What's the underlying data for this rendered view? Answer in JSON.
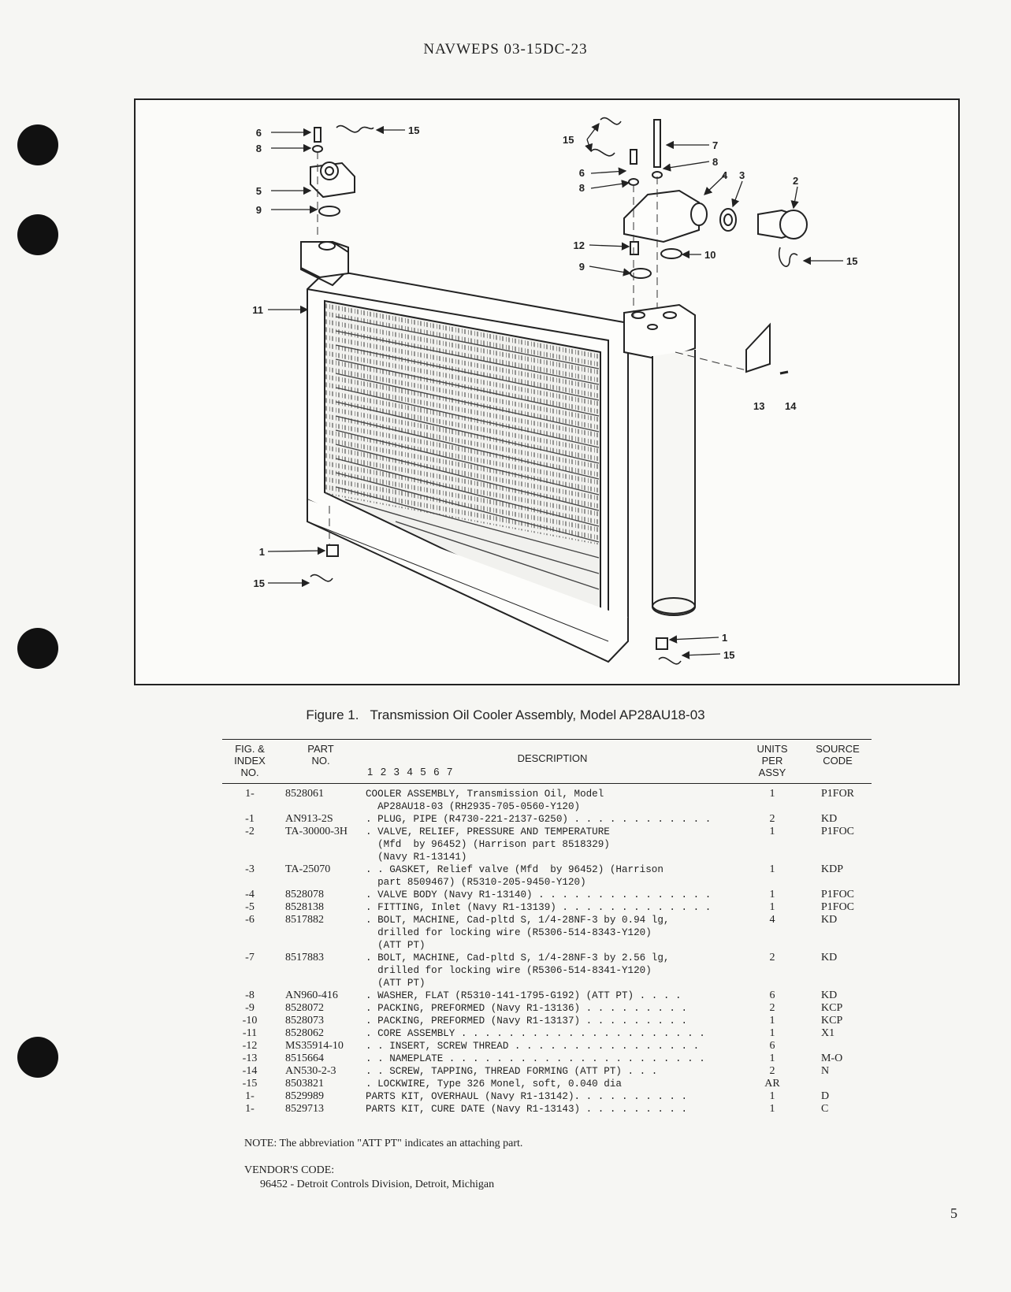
{
  "header": {
    "doc_number": "NAVWEPS 03-15DC-23"
  },
  "figure": {
    "callouts": {
      "c1a": "1",
      "c1b": "1",
      "c2": "2",
      "c3": "3",
      "c4": "4",
      "c5": "5",
      "c6a": "6",
      "c6b": "6",
      "c7": "7",
      "c8a": "8",
      "c8b": "8",
      "c8c": "8",
      "c9a": "9",
      "c9b": "9",
      "c10": "10",
      "c11": "11",
      "c12": "12",
      "c13": "13",
      "c14": "14",
      "c15a": "15",
      "c15b": "15",
      "c15c": "15",
      "c15d": "15",
      "c15e": "15"
    },
    "caption_number": "Figure 1.",
    "caption_title": "Transmission Oil Cooler Assembly, Model AP28AU18-03"
  },
  "table": {
    "headers": {
      "fig_index": "FIG. &\nINDEX\nNO.",
      "part_no": "PART\nNO.",
      "description": "DESCRIPTION",
      "indent_levels": "1 2 3 4 5 6 7",
      "units": "UNITS\nPER\nASSY",
      "source": "SOURCE\nCODE"
    },
    "rows": [
      {
        "index": "1-",
        "part": "8528061",
        "desc": "COOLER ASSEMBLY, Transmission Oil, Model\n  AP28AU18-03 (RH2935-705-0560-Y120)",
        "units": "1",
        "code": "P1FOR"
      },
      {
        "index": "-1",
        "part": "AN913-2S",
        "desc": ". PLUG, PIPE (R4730-221-2137-G250) . . . . . . . . . . . .",
        "units": "2",
        "code": "KD"
      },
      {
        "index": "-2",
        "part": "TA-30000-3H",
        "desc": ". VALVE, RELIEF, PRESSURE AND TEMPERATURE\n  (Mfd  by 96452) (Harrison part 8518329)\n  (Navy R1-13141)",
        "units": "1",
        "code": "P1FOC"
      },
      {
        "index": "-3",
        "part": "TA-25070",
        "desc": ". . GASKET, Relief valve (Mfd  by 96452) (Harrison\n  part 8509467) (R5310-205-9450-Y120)",
        "units": "1",
        "code": "KDP"
      },
      {
        "index": "-4",
        "part": "8528078",
        "desc": ". VALVE BODY (Navy R1-13140) . . . . . . . . . . . . . . .",
        "units": "1",
        "code": "P1FOC"
      },
      {
        "index": "-5",
        "part": "8528138",
        "desc": ". FITTING, Inlet (Navy R1-13139) . . . . . . . . . . . . .",
        "units": "1",
        "code": "P1FOC"
      },
      {
        "index": "-6",
        "part": "8517882",
        "desc": ". BOLT, MACHINE, Cad-pltd S, 1/4-28NF-3 by 0.94 lg,\n  drilled for locking wire (R5306-514-8343-Y120)\n  (ATT PT)",
        "units": "4",
        "code": "KD"
      },
      {
        "index": "-7",
        "part": "8517883",
        "desc": ". BOLT, MACHINE, Cad-pltd S, 1/4-28NF-3 by 2.56 lg,\n  drilled for locking wire (R5306-514-8341-Y120)\n  (ATT PT)",
        "units": "2",
        "code": "KD"
      },
      {
        "index": "-8",
        "part": "AN960-416",
        "desc": ". WASHER, FLAT (R5310-141-1795-G192) (ATT PT) . . . .",
        "units": "6",
        "code": "KD"
      },
      {
        "index": "-9",
        "part": "8528072",
        "desc": ". PACKING, PREFORMED (Navy R1-13136) . . . . . . . . .",
        "units": "2",
        "code": "KCP"
      },
      {
        "index": "-10",
        "part": "8528073",
        "desc": ". PACKING, PREFORMED (Navy R1-13137) . . . . . . . . .",
        "units": "1",
        "code": "KCP"
      },
      {
        "index": "-11",
        "part": "8528062",
        "desc": ". CORE ASSEMBLY . . . . . . . . . . . . . . . . . . . . .",
        "units": "1",
        "code": "X1"
      },
      {
        "index": "-12",
        "part": "MS35914-10",
        "desc": ". . INSERT, SCREW THREAD . . . . . . . . . . . . . . . .",
        "units": "6",
        "code": ""
      },
      {
        "index": "-13",
        "part": "8515664",
        "desc": ". . NAMEPLATE . . . . . . . . . . . . . . . . . . . . . .",
        "units": "1",
        "code": "M-O"
      },
      {
        "index": "-14",
        "part": "AN530-2-3",
        "desc": ". . SCREW, TAPPING, THREAD FORMING (ATT PT) . . .",
        "units": "2",
        "code": "N"
      },
      {
        "index": "-15",
        "part": "8503821",
        "desc": ". LOCKWIRE, Type 326 Monel, soft, 0.040 dia",
        "units": "AR",
        "code": ""
      },
      {
        "index": "1-",
        "part": "8529989",
        "desc": "PARTS KIT, OVERHAUL (Navy R1-13142). . . . . . . . . .",
        "units": "1",
        "code": "D"
      },
      {
        "index": "1-",
        "part": "8529713",
        "desc": "PARTS KIT, CURE DATE (Navy R1-13143) . . . . . . . . .",
        "units": "1",
        "code": "C"
      }
    ]
  },
  "note": "NOTE:  The abbreviation \"ATT PT\" indicates an attaching part.",
  "vendor_code_label": "VENDOR'S CODE:",
  "vendor_code_entry": "96452 - Detroit Controls Division, Detroit, Michigan",
  "page_number": "5"
}
